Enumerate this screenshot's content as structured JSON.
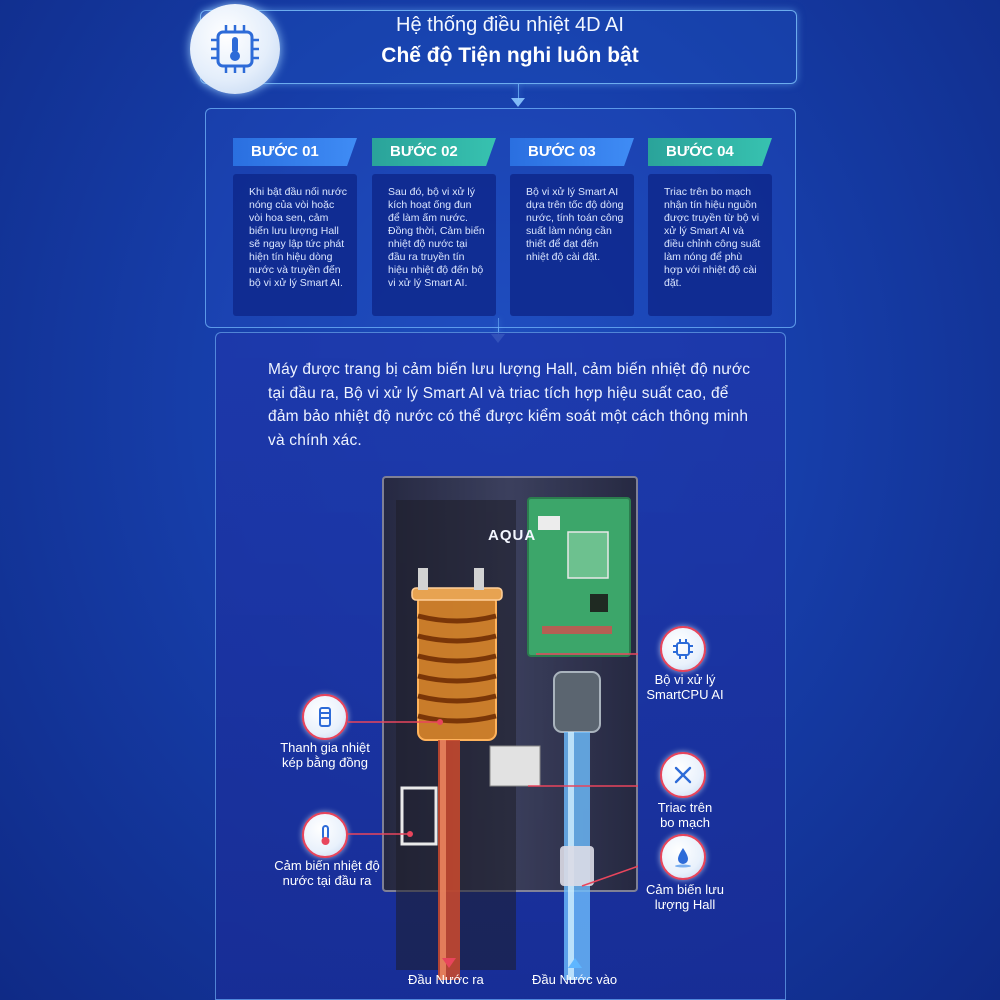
{
  "header": {
    "title": "Hệ thống điều nhiệt 4D AI",
    "subtitle": "Chế độ Tiện nghi luôn bật",
    "icon": "thermometer-chip-icon"
  },
  "steps": [
    {
      "label": "BƯỚC 01",
      "color": "#2f7ae8",
      "text": "Khi bật đầu nối nước nóng của vòi hoặc vòi hoa sen, cảm biến lưu lượng Hall sẽ ngay lập tức phát hiện tín hiệu dòng nước và truyền đến bộ vi xử lý Smart AI."
    },
    {
      "label": "BƯỚC 02",
      "color": "#31b3a5",
      "text": "Sau đó, bộ vi xử lý kích hoạt ống đun để làm ấm nước. Đồng thời, Cảm biến nhiệt độ nước tại đầu ra truyền tín hiệu nhiệt độ đến bộ vi xử lý Smart AI."
    },
    {
      "label": "BƯỚC 03",
      "color": "#2f7ae8",
      "text": "Bộ vi xử lý Smart AI dựa trên tốc độ dòng nước, tính toán công suất làm nóng cần thiết để đạt đến nhiệt độ cài đặt."
    },
    {
      "label": "BƯỚC 04",
      "color": "#31b3a5",
      "text": "Triac trên bo mạch nhận tín hiệu nguồn được truyền từ bộ vi xử lý Smart AI và điều chỉnh công suất làm nóng để phù hợp với nhiệt độ cài đặt."
    }
  ],
  "description": "Máy được trang bị cảm biến lưu lượng Hall, cảm biến nhiệt độ nước tại đầu ra, Bộ vi xử lý Smart AI và triac tích hợp hiệu suất cao, để đảm bảo nhiệt độ nước có thể được kiểm soát một cách thông minh và chính xác.",
  "brand": "AQUA",
  "callouts": {
    "heating_rod": {
      "label_line1": "Thanh gia nhiệt",
      "label_line2": "kép bằng đồng",
      "icon": "heating-rod-icon"
    },
    "temp_sensor": {
      "label_line1": "Cảm biến nhiệt độ",
      "label_line2": "nước tại đầu ra",
      "icon": "thermometer-icon"
    },
    "cpu": {
      "label_line1": "Bộ vi xử lý",
      "label_line2": "SmartCPU AI",
      "icon": "cpu-chip-icon"
    },
    "triac": {
      "label_line1": "Triac trên",
      "label_line2": "bo mạch",
      "icon": "tools-icon"
    },
    "hall_sensor": {
      "label_line1": "Cảm biến lưu",
      "label_line2": "lượng Hall",
      "icon": "water-drop-icon"
    }
  },
  "outlets": {
    "out": "Đầu Nước ra",
    "in": "Đầu Nước vào"
  },
  "colors": {
    "hot_water": "#e8455c",
    "cold_water": "#5fb6ff",
    "step_blue": "#2f7ae8",
    "step_teal": "#31b3a5"
  }
}
